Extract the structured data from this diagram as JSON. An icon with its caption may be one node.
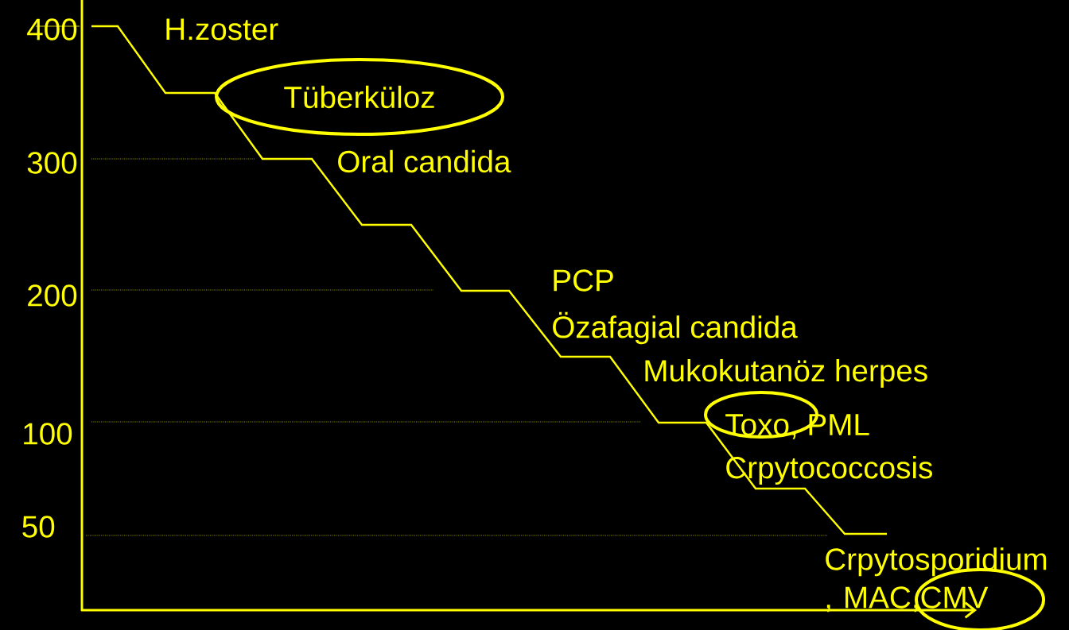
{
  "diagram": {
    "nodes": [
      {
        "text": [
          "Tüberküloz"
        ]
      }
    ],
    "labels": [
      "400",
      "H.zoster",
      "300",
      "Oral candida",
      "200",
      "PCP",
      "Özafagial candida",
      "Mukokutanöz herpes",
      "100",
      "Toxo, PML",
      "Crpytococcosis",
      "50",
      "Crpytosporidium , MAC,CMV"
    ]
  }
}
